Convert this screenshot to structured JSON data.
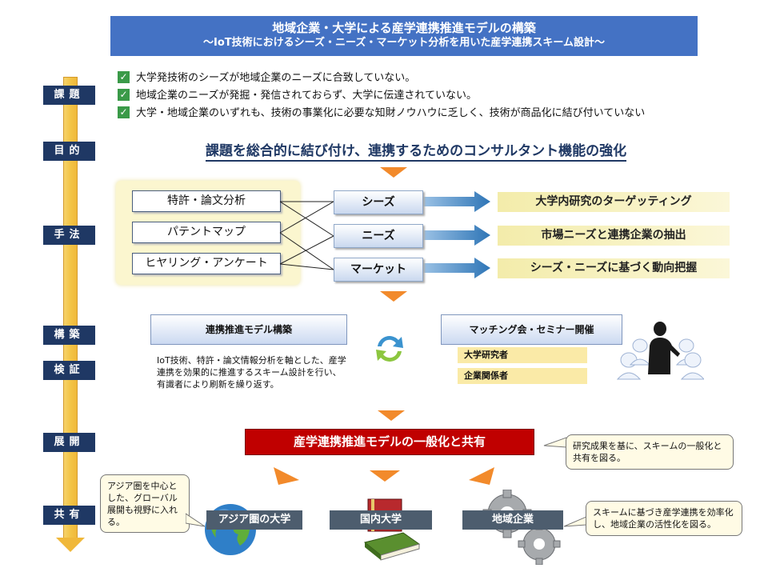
{
  "title": {
    "line1": "地域企業・大学による産学連携推進モデルの構築",
    "line2": "～IoT技術におけるシーズ・ニーズ・マーケット分析を用いた産学連携スキーム設計～"
  },
  "stages": {
    "issue": "課題",
    "purpose": "目的",
    "method": "手法",
    "build": "構築",
    "verify": "検証",
    "deploy": "展開",
    "share": "共有"
  },
  "issues": [
    "大学発技術のシーズが地域企業のニーズに合致していない。",
    "地域企業のニーズが発掘・発信されておらず、大学に伝達されていない。",
    "大学・地域企業のいずれも、技術の事業化に必要な知財ノウハウに乏しく、技術が商品化に結び付いていない"
  ],
  "purpose": "課題を総合的に結び付け、連携するためのコンサルタント機能の強化",
  "methods": [
    "特許・論文分析",
    "パテントマップ",
    "ヒヤリング・アンケート"
  ],
  "categories": [
    "シーズ",
    "ニーズ",
    "マーケット"
  ],
  "results": [
    "大学内研究のターゲッティング",
    "市場ニーズと連携企業の抽出",
    "シーズ・ニーズに基づく動向把握"
  ],
  "build": {
    "model_title": "連携推進モデル構築",
    "model_desc": "IoT技術、特許・論文情報分析を軸とした、産学連携を効果的に推進するスキーム設計を行い、有識者により刷新を繰り返す。",
    "matching_title": "マッチング会・セミナー開催",
    "participants": [
      "大学研究者",
      "企業関係者"
    ]
  },
  "share_banner": "産学連携推進モデルの一般化と共有",
  "callouts": {
    "research": "研究成果を基に、スキームの一般化と共有を図る。",
    "asia": "アジア圏を中心とした、グローバル展開も視野に入れる。",
    "scheme": "スキームに基づき産学連携を効率化し、地域企業の活性化を図る。"
  },
  "targets": [
    "アジア圏の大学",
    "国内大学",
    "地域企業"
  ],
  "colors": {
    "title_bg": "#4472c4",
    "stage_bg": "#1f3864",
    "accent_arrow": "#f28a2b",
    "banner_red": "#c00000",
    "check_green": "#3a9a48"
  }
}
